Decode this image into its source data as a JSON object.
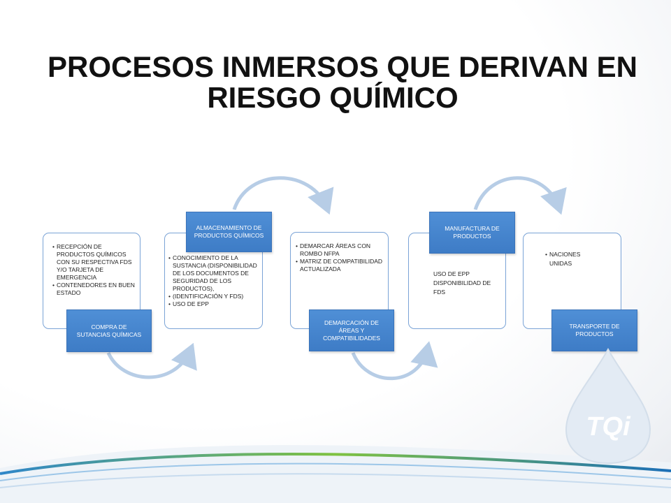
{
  "title": {
    "line1": "PROCESOS INMERSOS QUE DERIVAN EN",
    "line2": "RIESGO QUÍMICO"
  },
  "steps": [
    {
      "label": "COMPRA DE SUTANCIAS QUÍMICAS",
      "items": [
        "RECEPCIÓN DE PRODUCTOS QUÍMICOS CON SU RESPECTIVA FDS Y/O TARJETA DE EMERGENCIA",
        "CONTENEDORES EN BUEN ESTADO"
      ]
    },
    {
      "label": "ALMACENAMIENTO DE PRODUCTOS QUÍMICOS",
      "items": [
        "CONOCIMIENTO DE LA SUSTANCIA (DISPONIBILIDAD DE LOS DOCUMENTOS DE SEGURIDAD DE LOS PRODUCTOS),",
        "(IDENTIFICACIÓN Y FDS)",
        "USO DE EPP"
      ]
    },
    {
      "label": "DEMARCACIÓN DE ÁREAS Y COMPATIBILIDADES",
      "items": [
        "DEMARCAR ÁREAS CON ROMBO NFPA",
        "MATRIZ DE COMPATIBILIDAD ACTUALIZADA"
      ]
    },
    {
      "label": "MANUFACTURA DE PRODUCTOS",
      "items": [
        "USO DE EPP",
        "DISPONIBILIDAD DE FDS"
      ]
    },
    {
      "label": "TRANSPORTE DE PRODUCTOS",
      "items": [
        "NACIONES UNIDAS"
      ]
    }
  ],
  "logo": {
    "text": "TQi"
  },
  "colors": {
    "label_fill": "#4a89d2",
    "card_border": "#7aa3d6",
    "arrow": "#b7cde6"
  }
}
